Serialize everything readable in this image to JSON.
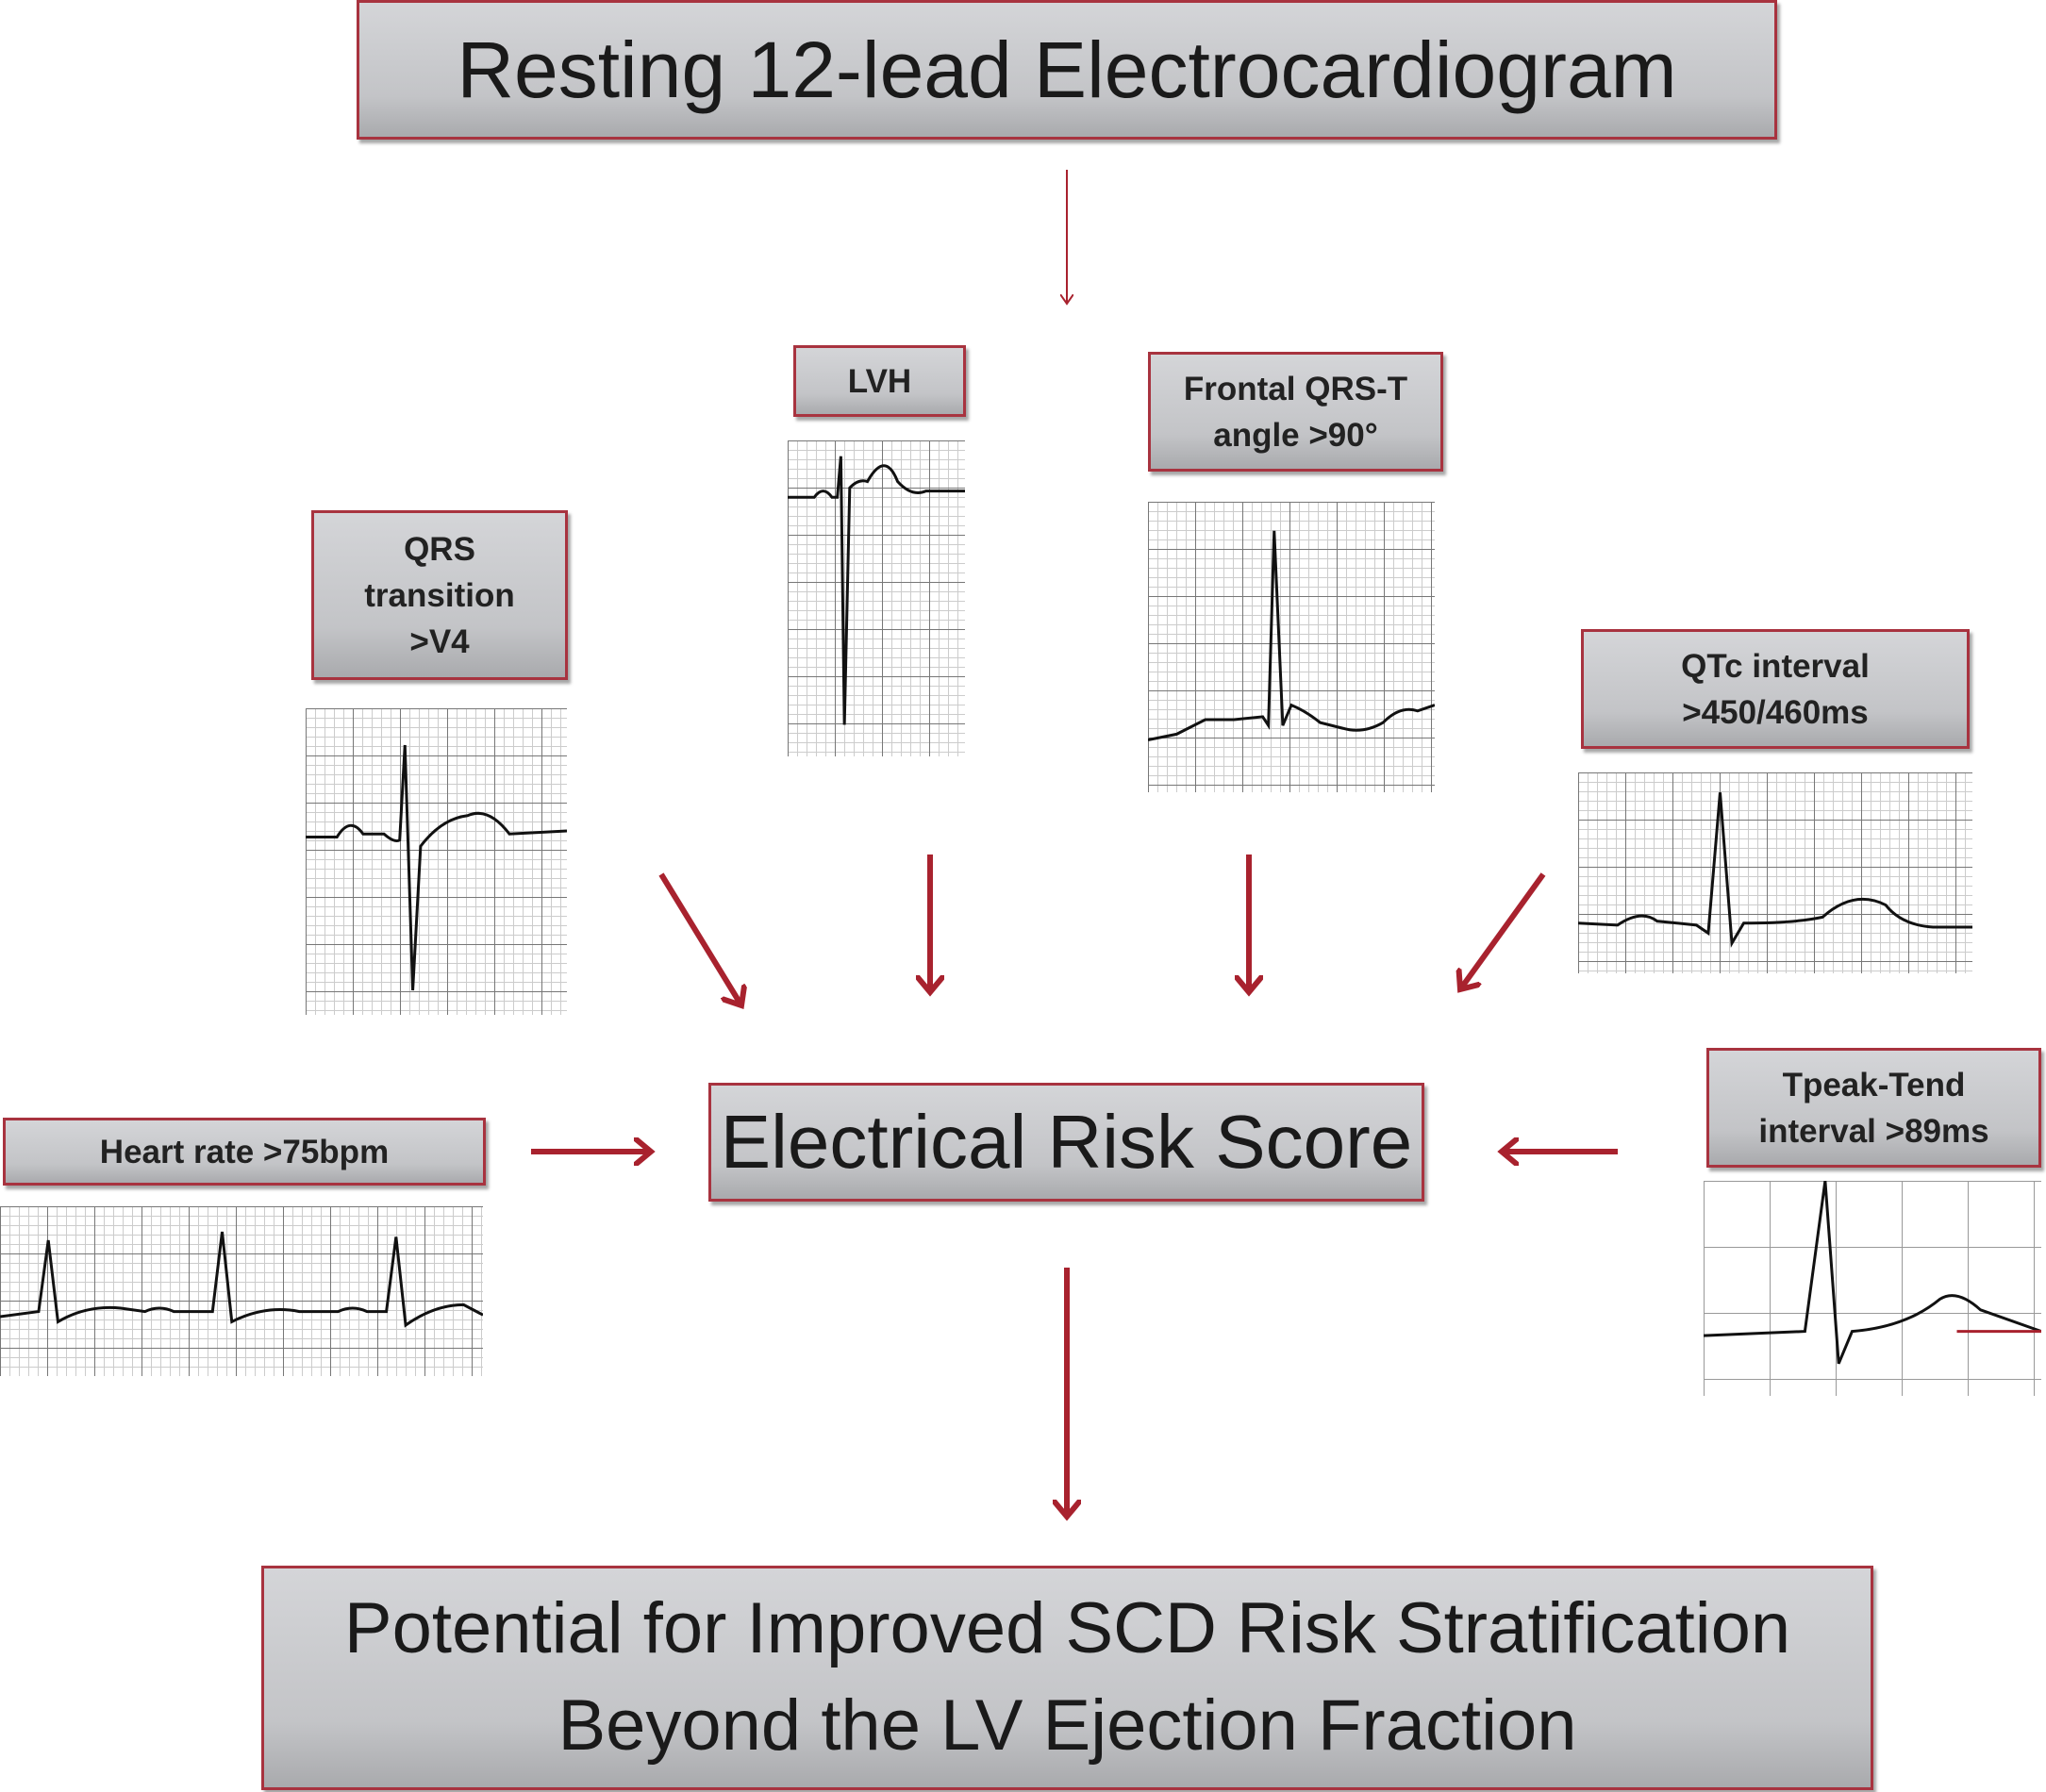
{
  "title": "Resting 12-lead Electrocardiogram",
  "center": "Electrical Risk Score",
  "outcome": [
    "Potential for Improved SCD Risk Stratification",
    "Beyond the LV Ejection Fraction"
  ],
  "factors": {
    "lvh": [
      "LVH"
    ],
    "frontal": [
      "Frontal QRS-T",
      "angle >90°"
    ],
    "qrs": [
      "QRS",
      "transition",
      ">V4"
    ],
    "qtc": [
      "QTc interval",
      ">450/460ms"
    ],
    "hr": [
      "Heart rate >75bpm"
    ],
    "tpeak": [
      "Tpeak-Tend",
      "interval >89ms"
    ]
  },
  "colors": {
    "accent": "#a8222e",
    "box": "#c6c7ca"
  }
}
